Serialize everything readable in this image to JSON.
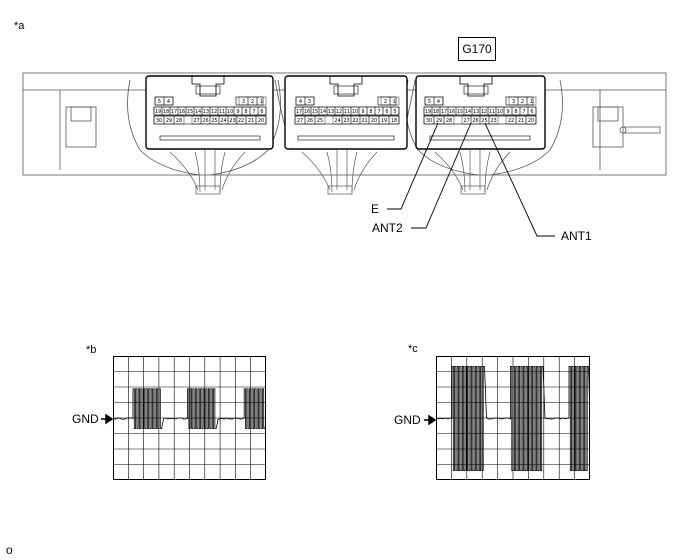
{
  "labels": {
    "fig_a": "*a",
    "fig_b": "*b",
    "fig_c": "*c",
    "connector": "G170",
    "e": "E",
    "ant2": "ANT2",
    "ant1": "ANT1",
    "gnd_b": "GND",
    "gnd_c": "GND",
    "corner": "o"
  },
  "connector_pins": {
    "left": {
      "top_left": [
        "5",
        "4"
      ],
      "top_right": [
        "3",
        "2",
        "1"
      ],
      "mid": [
        "19",
        "18",
        "17",
        "16",
        "15",
        "14",
        "13",
        "12",
        "11",
        "10",
        "9",
        "8",
        "7",
        "6"
      ],
      "bot_left": [
        "30",
        "29",
        "28"
      ],
      "bot_mid": [
        "27",
        "26",
        "25",
        "24",
        "23"
      ],
      "bot_right": [
        "22",
        "21",
        "20"
      ]
    },
    "middle": {
      "top_left": [
        "4",
        "3"
      ],
      "top_right": [
        "2",
        "1"
      ],
      "mid": [
        "17",
        "16",
        "15",
        "14",
        "13",
        "12",
        "11",
        "10",
        "9",
        "8",
        "7",
        "6",
        "5"
      ],
      "bot_left": [
        "27",
        "26",
        "25"
      ],
      "bot_mid": [
        "24",
        "23",
        "22",
        "21"
      ],
      "bot_right": [
        "20",
        "19",
        "18"
      ]
    },
    "right": {
      "top_left": [
        "5",
        "4"
      ],
      "top_right": [
        "3",
        "2",
        "1"
      ],
      "mid": [
        "19",
        "18",
        "17",
        "16",
        "15",
        "14",
        "13",
        "12",
        "11",
        "10",
        "9",
        "8",
        "7",
        "6"
      ],
      "bot_left": [
        "30",
        "29",
        "28"
      ],
      "bot_mid": [
        "27",
        "26",
        "25",
        "23"
      ],
      "bot_right": [
        "22",
        "21",
        "20"
      ]
    }
  },
  "colors": {
    "line": "#000000",
    "body_line": "#555555",
    "grid": "#000000"
  }
}
